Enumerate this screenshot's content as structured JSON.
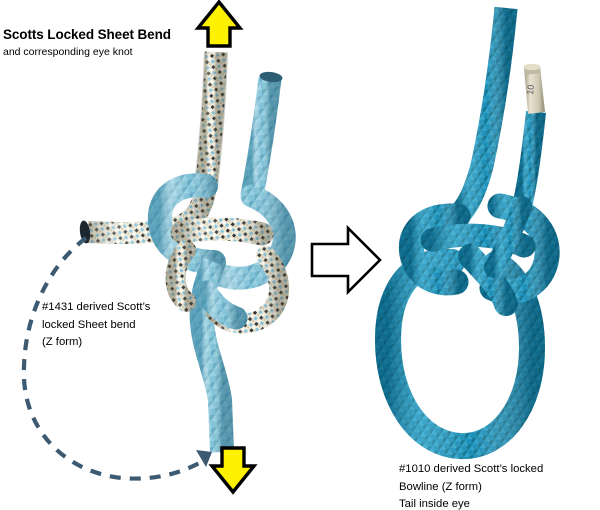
{
  "document": {
    "title": "Scotts Locked Sheet Bend",
    "subtitle": "and corresponding eye knot"
  },
  "captions": {
    "left": {
      "lines": [
        "#1431 derived Scott’s",
        "locked Sheet bend",
        "(Z form)"
      ]
    },
    "right": {
      "lines": [
        "#1010 derived Scott’s locked",
        "Bowline (Z form)",
        "Tail inside eye"
      ]
    }
  },
  "annotations": {
    "arrow_up": {
      "name": "load-direction-up",
      "color": "#FFF200",
      "outline": "#000000"
    },
    "arrow_down": {
      "name": "load-direction-down",
      "color": "#FFF200",
      "outline": "#000000"
    },
    "arrow_transform": {
      "name": "transform-to-eye-knot",
      "fill": "#FFFFFF",
      "outline": "#000000"
    },
    "dashed_loop": {
      "name": "tail-becomes-eye-path",
      "color": "#3C5A72",
      "style": "dashed"
    }
  },
  "figures": {
    "left_knot": {
      "name": "scotts-locked-sheet-bend",
      "ropes": [
        {
          "name": "speckled-rope",
          "base": "#EDE7CF",
          "fleck_dark": "#2B2B2B",
          "fleck_blue": "#6FB6D8"
        },
        {
          "name": "light-blue-rope",
          "base": "#7FC1D6",
          "shade": "#4E97B0",
          "highlight": "#A9D8E6"
        }
      ]
    },
    "right_knot": {
      "name": "scotts-locked-bowline",
      "ropes": [
        {
          "name": "teal-rope",
          "base": "#1C8FB8",
          "shade": "#0E6C90",
          "highlight": "#45B4D6"
        }
      ],
      "rope_end_tape": {
        "name": "taped-rope-end",
        "color": "#D8D2C0"
      }
    }
  },
  "colors": {
    "background": "#FFFFFF",
    "text": "#000000"
  }
}
